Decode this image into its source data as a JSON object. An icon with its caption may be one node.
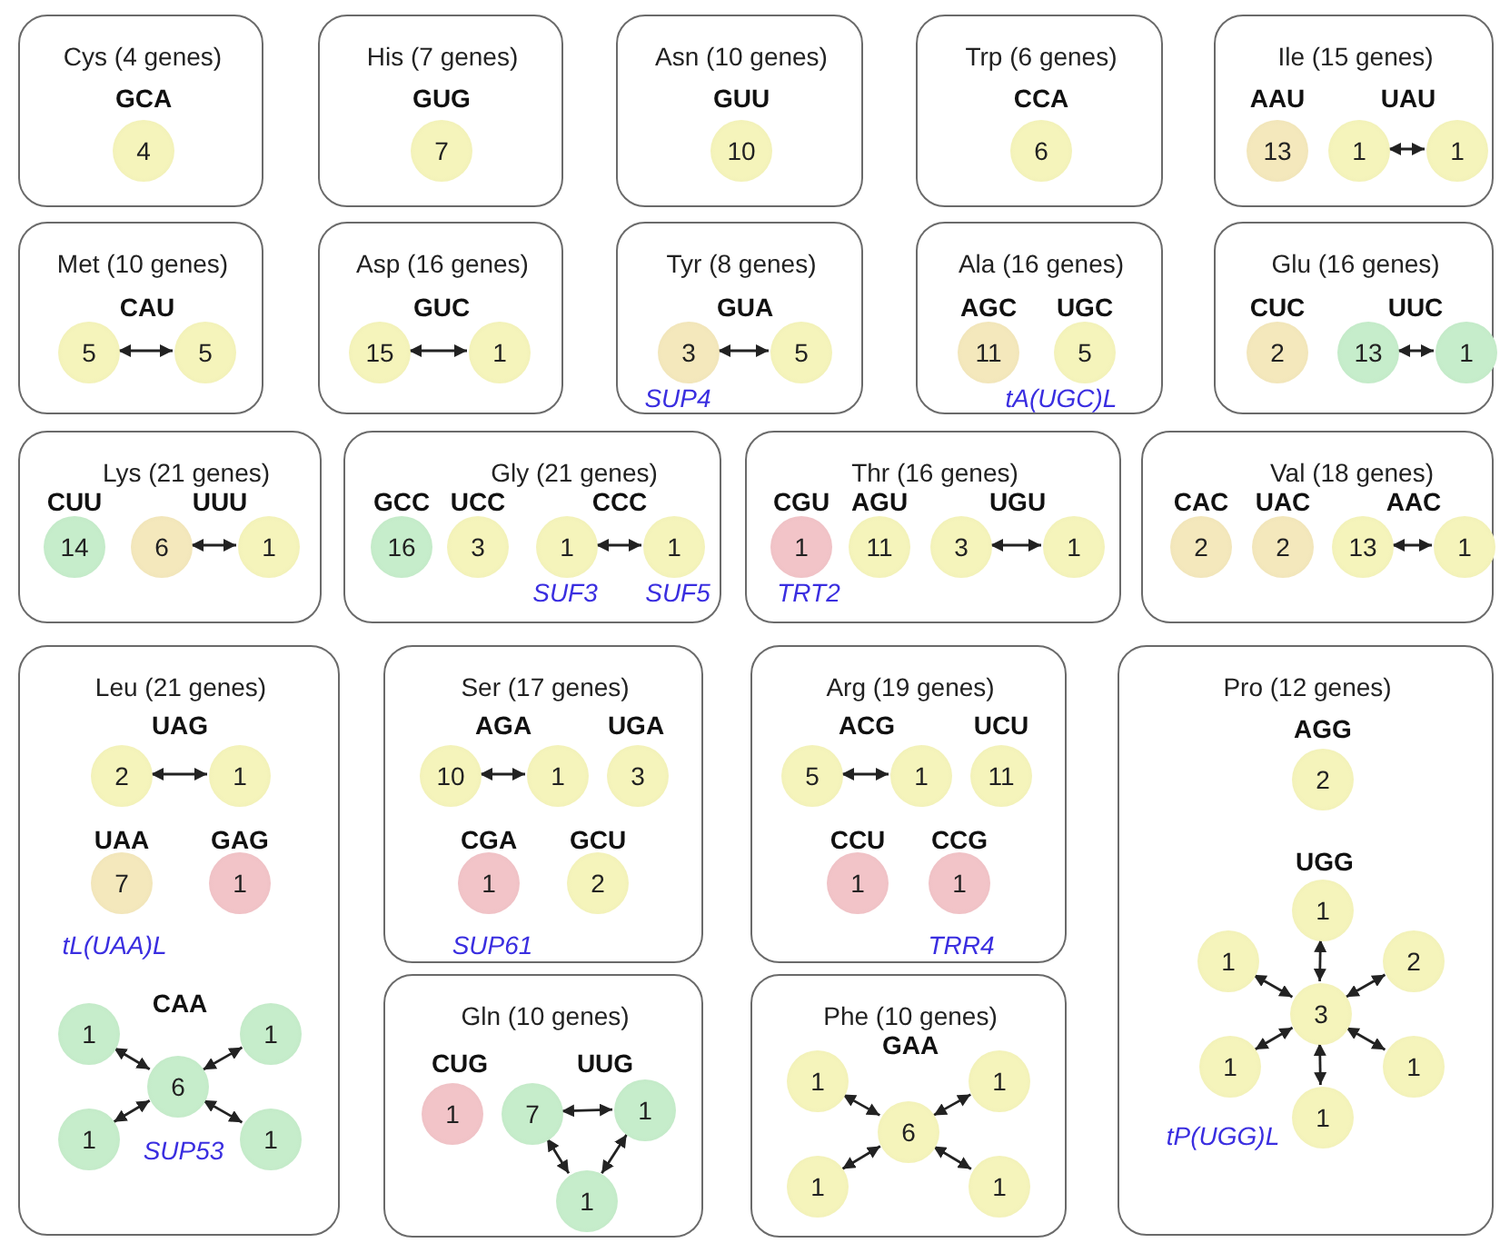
{
  "diagram": {
    "nodes": [
      {
        "text": [
          "Cys (4 genes)"
        ]
      },
      {
        "text": [
          "4"
        ],
        "in": 0,
        "beside": [
          "GCA"
        ]
      },
      {
        "text": [
          "His (7 genes)"
        ]
      },
      {
        "text": [
          "7"
        ],
        "in": 2,
        "beside": [
          "GUG"
        ]
      },
      {
        "text": [
          "Asn (10 genes)"
        ]
      },
      {
        "text": [
          "10"
        ],
        "in": 4,
        "beside": [
          "GUU"
        ]
      },
      {
        "text": [
          "Trp (6 genes)"
        ]
      },
      {
        "text": [
          "6"
        ],
        "in": 6,
        "beside": [
          "CCA"
        ]
      },
      {
        "text": [
          "Ile (15 genes)"
        ]
      },
      {
        "text": [
          "13"
        ],
        "in": 8,
        "beside": [
          "AAU"
        ]
      },
      {
        "text": [
          "1"
        ],
        "in": 8,
        "beside": [
          "UAU"
        ]
      },
      {
        "text": [
          "1"
        ],
        "in": 8
      },
      {
        "text": [
          "Met (10 genes)"
        ]
      },
      {
        "text": [
          "5"
        ],
        "in": 12,
        "beside": [
          "CAU"
        ]
      },
      {
        "text": [
          "5"
        ],
        "in": 12
      },
      {
        "text": [
          "Asp (16 genes)"
        ]
      },
      {
        "text": [
          "15"
        ],
        "in": 15,
        "beside": [
          "GUC"
        ]
      },
      {
        "text": [
          "1"
        ],
        "in": 15
      },
      {
        "text": [
          "Tyr (8 genes)"
        ]
      },
      {
        "text": [
          "3"
        ],
        "in": 18,
        "beside": [
          "GUA",
          "SUP4"
        ]
      },
      {
        "text": [
          "5"
        ],
        "in": 18
      },
      {
        "text": [
          "Ala (16 genes)"
        ]
      },
      {
        "text": [
          "11"
        ],
        "in": 21,
        "beside": [
          "AGC"
        ]
      },
      {
        "text": [
          "5"
        ],
        "in": 21,
        "beside": [
          "UGC",
          "tA(UGC)L"
        ]
      },
      {
        "text": [
          "Glu (16 genes)"
        ]
      },
      {
        "text": [
          "2"
        ],
        "in": 24,
        "beside": [
          "CUC"
        ]
      },
      {
        "text": [
          "13"
        ],
        "in": 24,
        "beside": [
          "UUC"
        ]
      },
      {
        "text": [
          "1"
        ],
        "in": 24
      },
      {
        "text": [
          "Lys (21 genes)"
        ]
      },
      {
        "text": [
          "14"
        ],
        "in": 28,
        "beside": [
          "CUU"
        ]
      },
      {
        "text": [
          "6"
        ],
        "in": 28,
        "beside": [
          "UUU"
        ]
      },
      {
        "text": [
          "1"
        ],
        "in": 28
      },
      {
        "text": [
          "Gly (21 genes)"
        ]
      },
      {
        "text": [
          "16"
        ],
        "in": 32,
        "beside": [
          "GCC"
        ]
      },
      {
        "text": [
          "3"
        ],
        "in": 32,
        "beside": [
          "UCC"
        ]
      },
      {
        "text": [
          "1"
        ],
        "in": 32,
        "beside": [
          "CCC",
          "SUF3"
        ]
      },
      {
        "text": [
          "1"
        ],
        "in": 32,
        "beside": [
          "SUF5"
        ]
      },
      {
        "text": [
          "Thr (16 genes)"
        ]
      },
      {
        "text": [
          "1"
        ],
        "in": 37,
        "beside": [
          "CGU",
          "TRT2"
        ]
      },
      {
        "text": [
          "11"
        ],
        "in": 37,
        "beside": [
          "AGU"
        ]
      },
      {
        "text": [
          "3"
        ],
        "in": 37,
        "beside": [
          "UGU"
        ]
      },
      {
        "text": [
          "1"
        ],
        "in": 37
      },
      {
        "text": [
          "Val (18 genes)"
        ]
      },
      {
        "text": [
          "2"
        ],
        "in": 42,
        "beside": [
          "CAC"
        ]
      },
      {
        "text": [
          "2"
        ],
        "in": 42,
        "beside": [
          "UAC"
        ]
      },
      {
        "text": [
          "13"
        ],
        "in": 42,
        "beside": [
          "AAC"
        ]
      },
      {
        "text": [
          "1"
        ],
        "in": 42
      },
      {
        "text": [
          "Leu (21 genes)"
        ]
      },
      {
        "text": [
          "2"
        ],
        "in": 47,
        "beside": [
          "UAG"
        ]
      },
      {
        "text": [
          "1"
        ],
        "in": 47
      },
      {
        "text": [
          "7"
        ],
        "in": 47,
        "beside": [
          "UAA",
          "tL(UAA)L"
        ]
      },
      {
        "text": [
          "1"
        ],
        "in": 47,
        "beside": [
          "GAG"
        ]
      },
      {
        "text": [
          "6"
        ],
        "in": 47,
        "beside": [
          "CAA",
          "SUP53"
        ]
      },
      {
        "text": [
          "1"
        ],
        "in": 47
      },
      {
        "text": [
          "1"
        ],
        "in": 47
      },
      {
        "text": [
          "1"
        ],
        "in": 47
      },
      {
        "text": [
          "1"
        ],
        "in": 47
      },
      {
        "text": [
          "Ser (17 genes)"
        ]
      },
      {
        "text": [
          "10"
        ],
        "in": 57,
        "beside": [
          "AGA"
        ]
      },
      {
        "text": [
          "1"
        ],
        "in": 57
      },
      {
        "text": [
          "3"
        ],
        "in": 57,
        "beside": [
          "UGA"
        ]
      },
      {
        "text": [
          "1"
        ],
        "in": 57,
        "beside": [
          "CGA",
          "SUP61"
        ]
      },
      {
        "text": [
          "2"
        ],
        "in": 57,
        "beside": [
          "GCU"
        ]
      },
      {
        "text": [
          "Arg (19 genes)"
        ]
      },
      {
        "text": [
          "5"
        ],
        "in": 63,
        "beside": [
          "ACG"
        ]
      },
      {
        "text": [
          "1"
        ],
        "in": 63
      },
      {
        "text": [
          "11"
        ],
        "in": 63,
        "beside": [
          "UCU"
        ]
      },
      {
        "text": [
          "1"
        ],
        "in": 63,
        "beside": [
          "CCU"
        ]
      },
      {
        "text": [
          "1"
        ],
        "in": 63,
        "beside": [
          "CCG",
          "TRR4"
        ]
      },
      {
        "text": [
          "Pro (12 genes)"
        ]
      },
      {
        "text": [
          "2"
        ],
        "in": 69,
        "beside": [
          "AGG"
        ]
      },
      {
        "text": [
          "3"
        ],
        "in": 69
      },
      {
        "text": [
          "1"
        ],
        "in": 69,
        "beside": [
          "UGG"
        ]
      },
      {
        "text": [
          "1"
        ],
        "in": 69
      },
      {
        "text": [
          "2"
        ],
        "in": 69
      },
      {
        "text": [
          "1"
        ],
        "in": 69
      },
      {
        "text": [
          "1"
        ],
        "in": 69
      },
      {
        "text": [
          "1"
        ],
        "in": 69,
        "beside": [
          "tP(UGG)L"
        ]
      },
      {
        "text": [
          "Gln (10 genes)"
        ]
      },
      {
        "text": [
          "1"
        ],
        "in": 78,
        "beside": [
          "CUG"
        ]
      },
      {
        "text": [
          "7"
        ],
        "in": 78,
        "beside": [
          "UUG"
        ]
      },
      {
        "text": [
          "1"
        ],
        "in": 78
      },
      {
        "text": [
          "1"
        ],
        "in": 78
      },
      {
        "text": [
          "Phe (10 genes)"
        ]
      },
      {
        "text": [
          "6"
        ],
        "in": 83,
        "beside": [
          "GAA"
        ]
      },
      {
        "text": [
          "1"
        ],
        "in": 83
      },
      {
        "text": [
          "1"
        ],
        "in": 83
      },
      {
        "text": [
          "1"
        ],
        "in": 83
      },
      {
        "text": [
          "1"
        ],
        "in": 83
      }
    ],
    "edges": [
      {
        "from": 10,
        "to": 11,
        "arrow": "both"
      },
      {
        "from": 13,
        "to": 14,
        "arrow": "both"
      },
      {
        "from": 16,
        "to": 17,
        "arrow": "both"
      },
      {
        "from": 19,
        "to": 20,
        "arrow": "both"
      },
      {
        "from": 26,
        "to": 27,
        "arrow": "both"
      },
      {
        "from": 30,
        "to": 31,
        "arrow": "both"
      },
      {
        "from": 35,
        "to": 36,
        "arrow": "both"
      },
      {
        "from": 40,
        "to": 41,
        "arrow": "both"
      },
      {
        "from": 45,
        "to": 46,
        "arrow": "both"
      },
      {
        "from": 48,
        "to": 49,
        "arrow": "both"
      },
      {
        "from": 52,
        "to": 53,
        "arrow": "both"
      },
      {
        "from": 52,
        "to": 54,
        "arrow": "both"
      },
      {
        "from": 52,
        "to": 55,
        "arrow": "both"
      },
      {
        "from": 52,
        "to": 56,
        "arrow": "both"
      },
      {
        "from": 58,
        "to": 59,
        "arrow": "both"
      },
      {
        "from": 64,
        "to": 65,
        "arrow": "both"
      },
      {
        "from": 71,
        "to": 72,
        "arrow": "both"
      },
      {
        "from": 71,
        "to": 73,
        "arrow": "both"
      },
      {
        "from": 71,
        "to": 74,
        "arrow": "both"
      },
      {
        "from": 71,
        "to": 75,
        "arrow": "both"
      },
      {
        "from": 71,
        "to": 76,
        "arrow": "both"
      },
      {
        "from": 71,
        "to": 77,
        "arrow": "both"
      },
      {
        "from": 80,
        "to": 81,
        "arrow": "both"
      },
      {
        "from": 80,
        "to": 82,
        "arrow": "both"
      },
      {
        "from": 81,
        "to": 82,
        "arrow": "both"
      },
      {
        "from": 84,
        "to": 85,
        "arrow": "both"
      },
      {
        "from": 84,
        "to": 86,
        "arrow": "both"
      },
      {
        "from": 84,
        "to": 87,
        "arrow": "both"
      },
      {
        "from": 84,
        "to": 88,
        "arrow": "both"
      }
    ]
  }
}
